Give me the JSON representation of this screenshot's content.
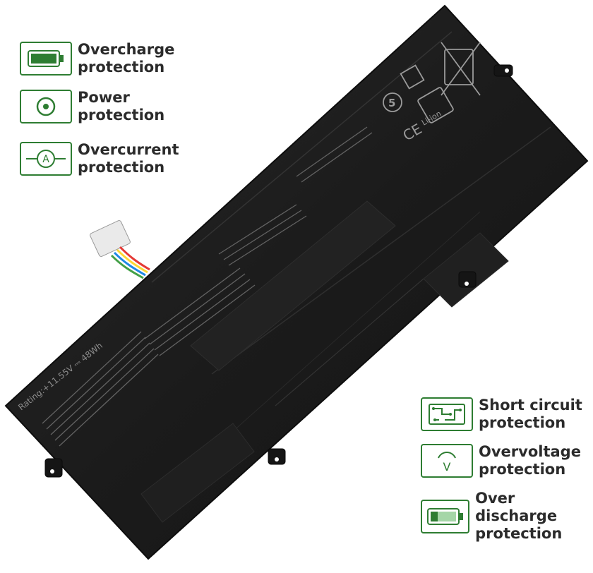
{
  "features_left": [
    {
      "line1": "Overcharge",
      "line2": "protection",
      "icon": "battery-full-icon"
    },
    {
      "line1": "Power",
      "line2": "protection",
      "icon": "power-circle-icon"
    },
    {
      "line1": "Overcurrent",
      "line2": "protection",
      "icon": "ammeter-icon"
    }
  ],
  "features_right": [
    {
      "line1": "Short circuit",
      "line2": "protection",
      "icon": "circuit-board-icon"
    },
    {
      "line1": "Overvoltage",
      "line2": "protection",
      "icon": "voltmeter-icon"
    },
    {
      "line1": "Over discharge",
      "line2": "protection",
      "icon": "battery-low-icon"
    }
  ],
  "battery": {
    "rating": "Rating:+11.55V ⎓ 48Wh",
    "cells_label": "Li-ion",
    "ce_mark": "CE",
    "recycle_number": "5"
  },
  "colors": {
    "accent": "#2e7d32",
    "battery_body": "#1c1c1c",
    "text": "#2b2b2b"
  }
}
